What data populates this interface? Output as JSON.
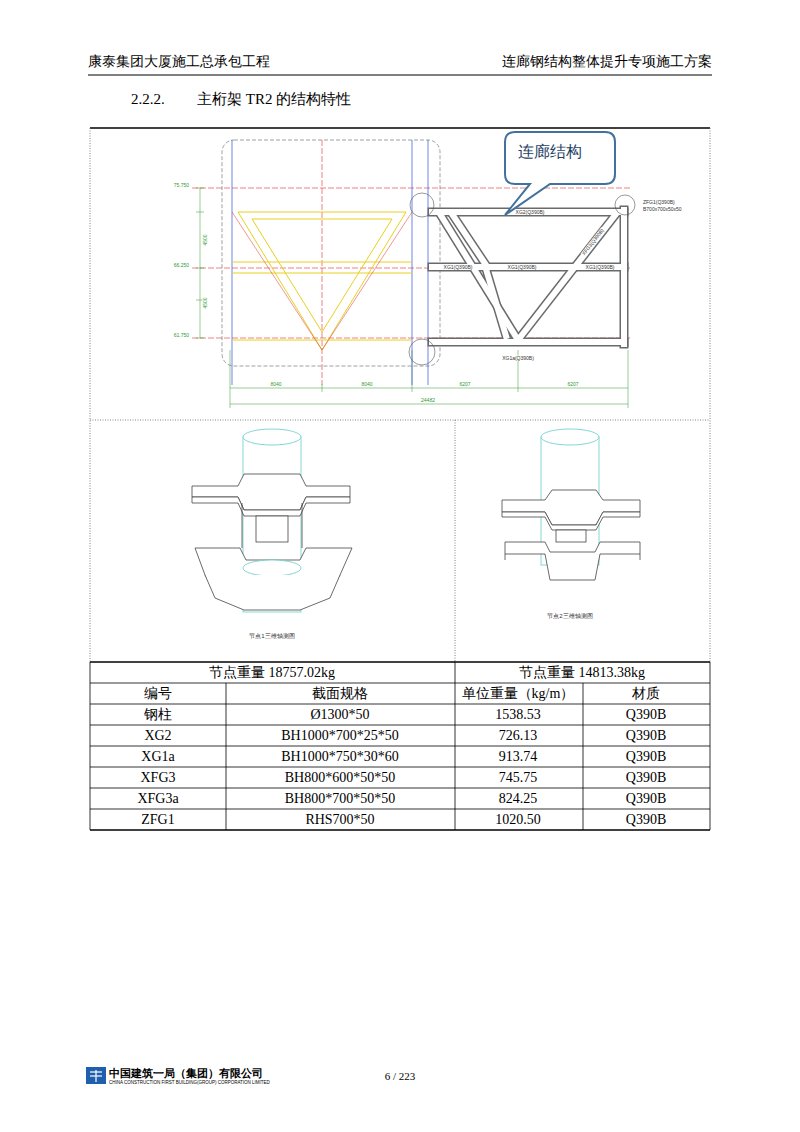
{
  "diagram": {
    "title": "主桁架 TR2 的结构特性",
    "nodes": [
      {
        "text": [
          "连廊结构"
        ]
      }
    ],
    "labels": [
      "康泰集团大厦施工总承包工程",
      "连廊钢结构整体提升专项施工方案",
      "2.2.2.",
      "75.750",
      "66.250",
      "61.750",
      "4500",
      "4500",
      "8040",
      "8040",
      "6207",
      "6207",
      "24482",
      "XG2(Q390B)",
      "ZFG1(Q390B)",
      "B700x700x50x50",
      "XFG3(Q390B)",
      "XG1(Q390B)",
      "XG1(Q390B)",
      "XG1(Q390B)",
      "XG1a(Q390B)",
      "节点1三维轴测图",
      "节点2三维轴测图",
      "节点重量 18757.02kg",
      "节点重量 14813.38kg",
      "编号",
      "截面规格",
      "单位重量（kg/m）",
      "材质",
      "钢柱",
      "Ø1300*50",
      "1538.53",
      "Q390B",
      "XG2",
      "BH1000*700*25*50",
      "726.13",
      "Q390B",
      "XG1a",
      "BH1000*750*30*60",
      "913.74",
      "Q390B",
      "XFG3",
      "BH800*600*50*50",
      "745.75",
      "Q390B",
      "XFG3a",
      "BH800*700*50*50",
      "824.25",
      "Q390B",
      "ZFG1",
      "RHS700*50",
      "1020.50",
      "Q390B",
      "中国建筑一局（集团）有限公司",
      "CHINA CONSTRUCTION FIRST BUILDING(GROUP) CORPORATION LIMITED",
      "6 / 223"
    ]
  }
}
